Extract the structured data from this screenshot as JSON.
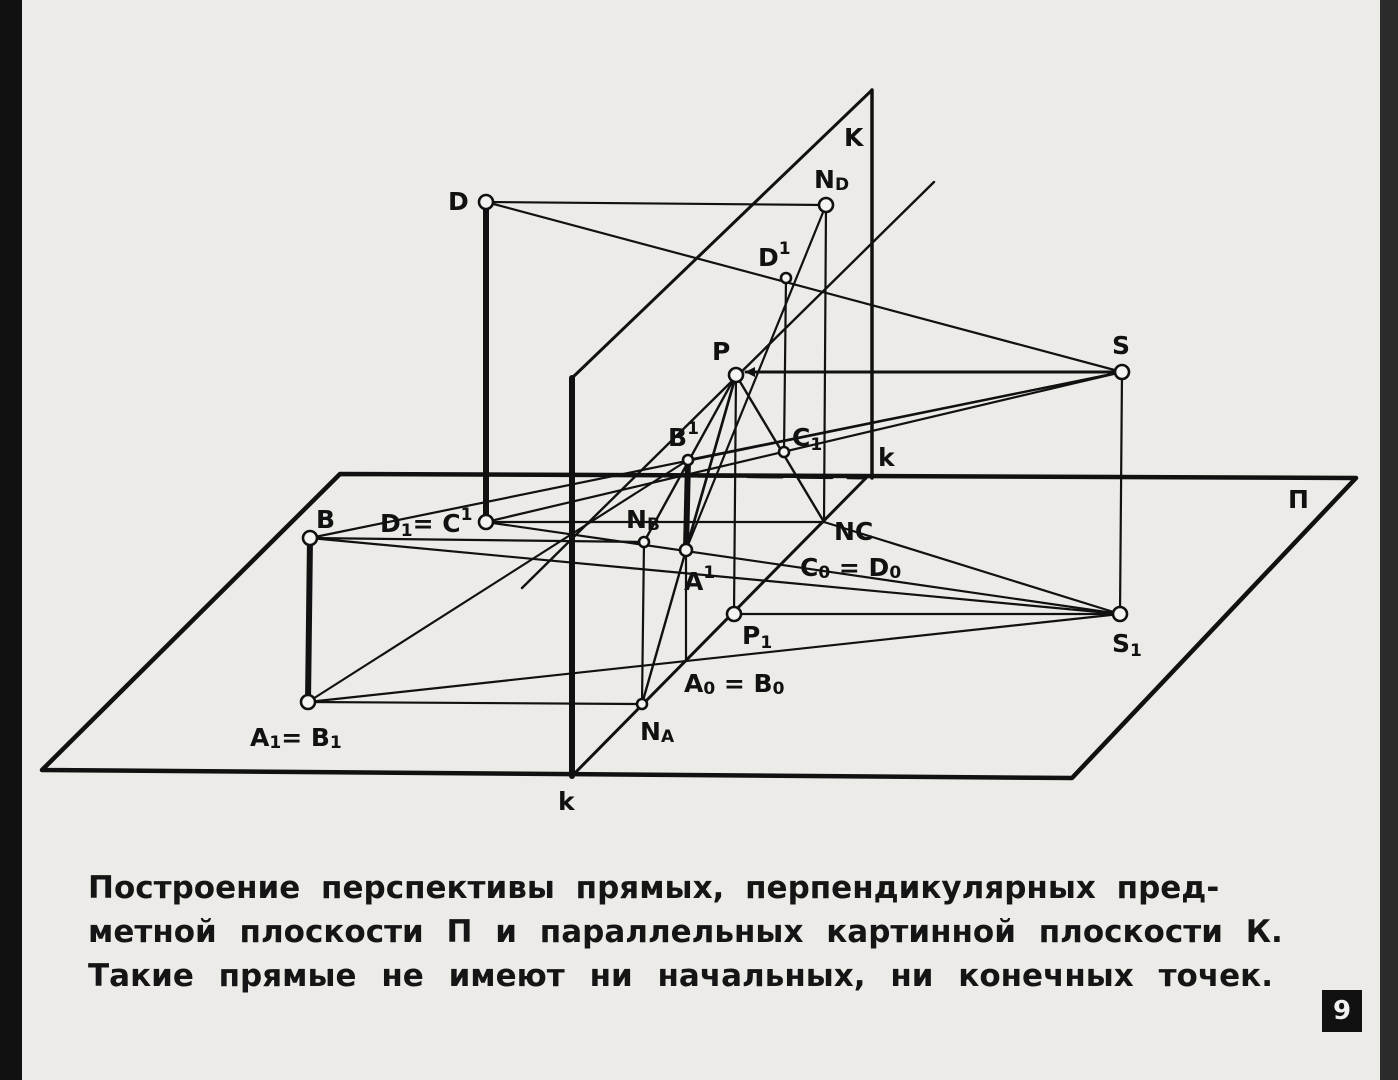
{
  "diagram": {
    "labels": {
      "K": "K",
      "N_D": "N",
      "N_D_sub": "D",
      "D": "D",
      "D1_sup": "D",
      "D1_sup_mark": "1",
      "P": "P",
      "S": "S",
      "B1_sup": "B",
      "B1_sup_mark": "1",
      "C1": "C",
      "C1_sub": "1",
      "k_top": "k",
      "Pi": "П",
      "B": "B",
      "D1_eq_C1": "D",
      "D1_eq_C1_sub": "1",
      "D1_eq_C1_rest": "= C",
      "D1_eq_C1_sup": "1",
      "N_B": "N",
      "N_B_sub": "B",
      "NC": "NC",
      "A1_sup": "A",
      "A1_sup_mark": "1",
      "C0_eq_D0": "C",
      "C0_sub": "0",
      "C0_eq": " = D",
      "D0_sub": "0",
      "P1": "P",
      "P1_sub": "1",
      "S1": "S",
      "S1_sub": "1",
      "A0_eq_B0": "A",
      "A0_sub": "0",
      "A0_eq": " = B",
      "B0_sub": "0",
      "A1_eq_B1": "A",
      "A1_sub": "1",
      "A1_eq": "= B",
      "B1_sub": "1",
      "N_A": "N",
      "N_A_sub": "A",
      "k_bottom": "k"
    }
  },
  "caption": {
    "line1": "Построение перспективы прямых, перпендикулярных пред-",
    "line2": "метной плоскости П и параллельных картинной плоскости К.",
    "line3": "Такие прямые не имеют ни начальных, ни конечных точек."
  },
  "page_number": "9",
  "colors": {
    "background": "#ecebe7",
    "ink": "#111111",
    "frame": "#0d0d0d"
  }
}
